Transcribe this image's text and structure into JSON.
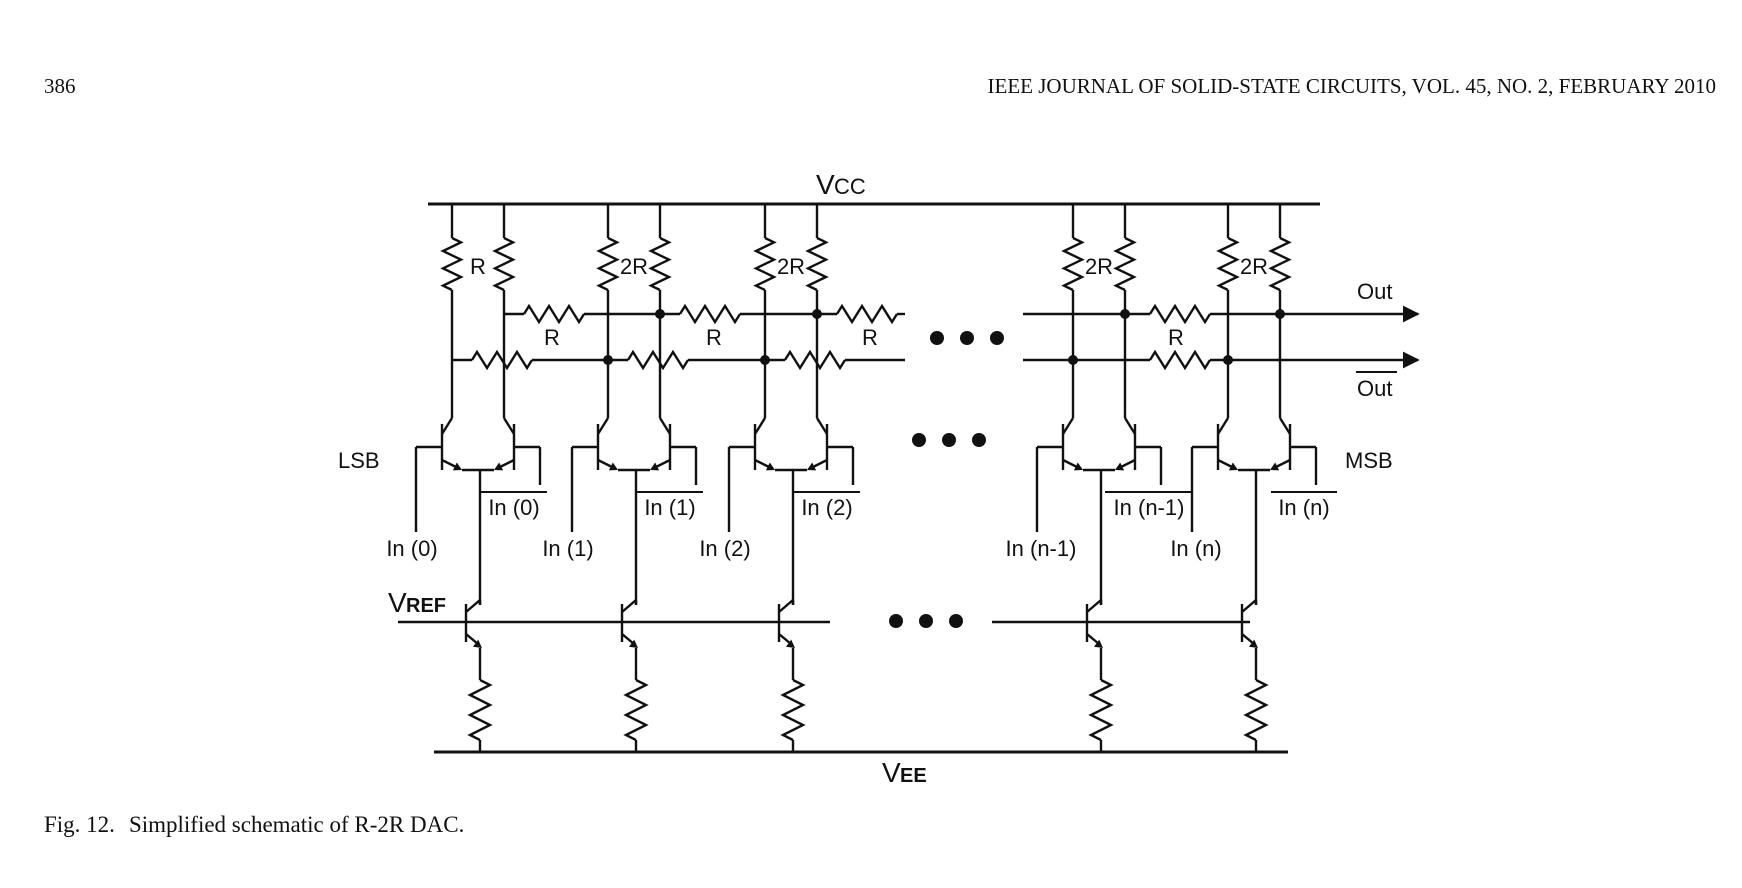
{
  "header": {
    "page_number": "386",
    "journal": "IEEE JOURNAL OF SOLID-STATE CIRCUITS, VOL. 45, NO. 2, FEBRUARY 2010"
  },
  "figure": {
    "caption_number": "Fig. 12.",
    "caption_text": "Simplified schematic of R-2R DAC.",
    "labels": {
      "vcc_main": "V",
      "vcc_sub": "CC",
      "vee_main": "V",
      "vee_sub": "EE",
      "vref_main": "V",
      "vref_sub": "REF",
      "lsb": "LSB",
      "msb": "MSB",
      "out": "Out",
      "out_bar": "Out",
      "r": "R",
      "r2": "2R"
    },
    "cells": [
      {
        "top_res": "R",
        "in": "In (0)",
        "in_bar": "In (0)"
      },
      {
        "top_res": "2R",
        "in": "In (1)",
        "in_bar": "In (1)"
      },
      {
        "top_res": "2R",
        "in": "In (2)",
        "in_bar": "In (2)"
      },
      {
        "top_res": "2R",
        "in": "In (n-1)",
        "in_bar": "In (n-1)"
      },
      {
        "top_res": "2R",
        "in": "In (n)",
        "in_bar": "In (n)"
      }
    ],
    "ladder_resistors": [
      "R",
      "R",
      "R",
      "R"
    ]
  }
}
